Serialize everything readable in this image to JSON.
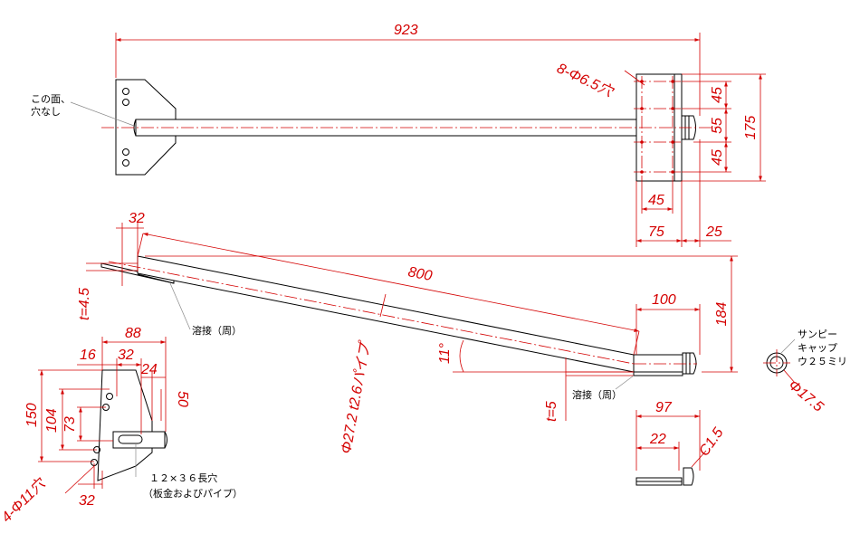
{
  "dims": {
    "overall_length": "923",
    "holes_top": "8-Φ6.5穴",
    "pitch_45a": "45",
    "pitch_55": "55",
    "pitch_45b": "45",
    "height_175": "175",
    "plate_45": "45",
    "plate_75": "75",
    "plate_25": "25",
    "side_32": "32",
    "arm_800": "800",
    "plate_t45": "t=4.5",
    "seg_100": "100",
    "height_184": "184",
    "angle_11": "11°",
    "pipe_spec": "Φ27.2 t2.6パイプ",
    "plate_t5": "t=5",
    "end_97": "97",
    "end_22": "22",
    "chamfer": "C1.5",
    "cap_dia": "Φ17.5",
    "det_88": "88",
    "det_16": "16",
    "det_32a": "32",
    "det_24": "24",
    "det_150": "150",
    "det_104": "104",
    "det_73": "73",
    "det_50": "50",
    "det_holes": "4-Φ11穴",
    "det_32b": "32"
  },
  "notes": {
    "no_hole_1": "この面、",
    "no_hole_2": "穴なし",
    "weld_1": "溶接（周）",
    "weld_2": "溶接（周）",
    "cap_1": "サンピー",
    "cap_2": "キャップ",
    "cap_3": "ウ２５ミリ",
    "slot_1": "１２×３６長穴",
    "slot_2": "（板金およびパイプ）"
  },
  "colors": {
    "dimension": "#d40000",
    "outline": "#000000"
  }
}
